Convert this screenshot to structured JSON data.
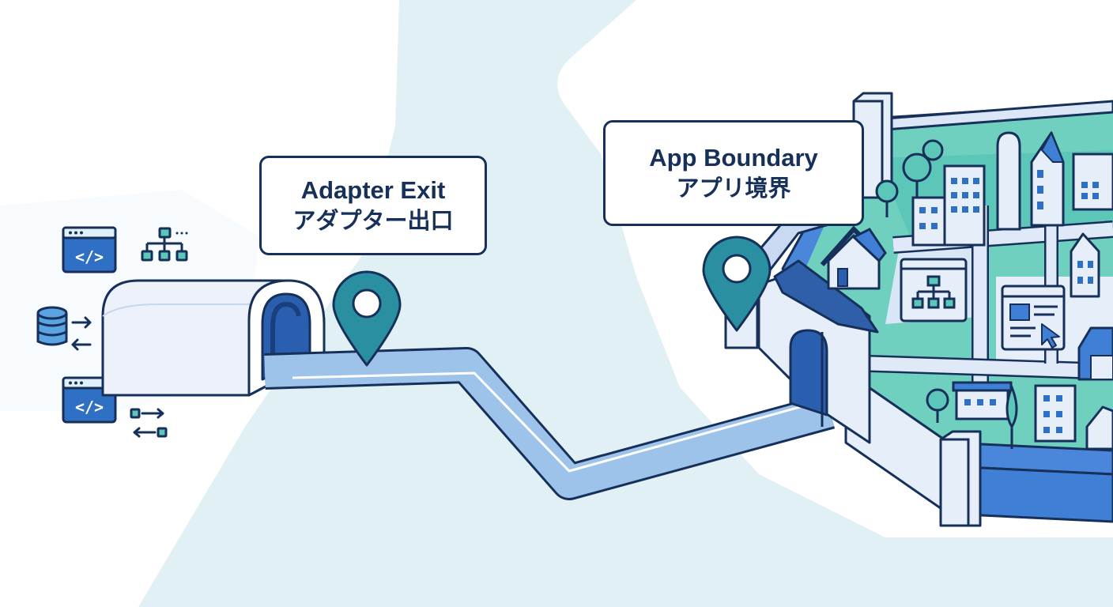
{
  "labels": {
    "adapter_exit": {
      "en": "Adapter Exit",
      "jp": "アダプター出口"
    },
    "app_boundary": {
      "en": "App Boundary",
      "jp": "アプリ境界"
    }
  },
  "icons": [
    "code-window-icon",
    "hierarchy-icon",
    "database-icon",
    "two-way-arrows-icon",
    "swap-arrows-icon",
    "location-pin-icon",
    "cursor-icon",
    "tree-icon",
    "house-icon",
    "building-icon",
    "gatehouse-icon",
    "tunnel-icon"
  ],
  "colors": {
    "outline": "#16305a",
    "river": "#e1f0f5",
    "road": "#9ec3ea",
    "teal": "#5cc6b8",
    "blue": "#3f7fd6",
    "pin": "#2a8fa0",
    "light": "#e6eefa"
  }
}
